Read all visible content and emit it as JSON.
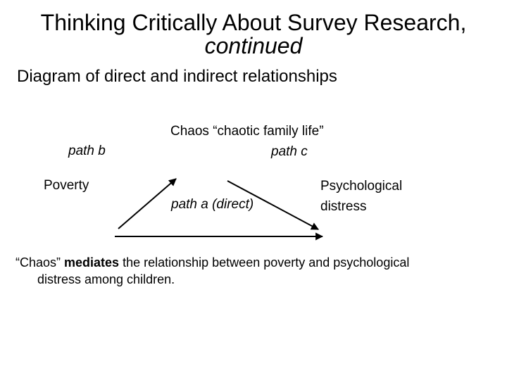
{
  "slide": {
    "title": {
      "line1": "Thinking Critically About Survey Research,",
      "line2": "continued"
    },
    "heading": "Diagram of direct and indirect relationships",
    "diagram": {
      "chaos_label": "Chaos “chaotic family life”",
      "path_b_label": "path b",
      "path_c_label": "path c",
      "path_a_label": "path a (direct)",
      "poverty_label": "Poverty",
      "psych_label_line1": "Psychological",
      "psych_label_line2": "distress",
      "arrows": [
        {
          "name": "path-b-arrow",
          "from": "Poverty",
          "to": "Chaos"
        },
        {
          "name": "path-c-arrow",
          "from": "Chaos",
          "to": "Psychological distress"
        },
        {
          "name": "path-a-arrow",
          "from": "Poverty",
          "to": "Psychological distress"
        }
      ],
      "arrow_color": "#000000"
    },
    "footer": {
      "line1_prefix": "“Chaos” ",
      "line1_bold": "mediates",
      "line1_suffix": " the relationship between poverty and psychological",
      "line2": "distress among children."
    },
    "colors": {
      "background": "#ffffff",
      "text": "#000000"
    }
  }
}
